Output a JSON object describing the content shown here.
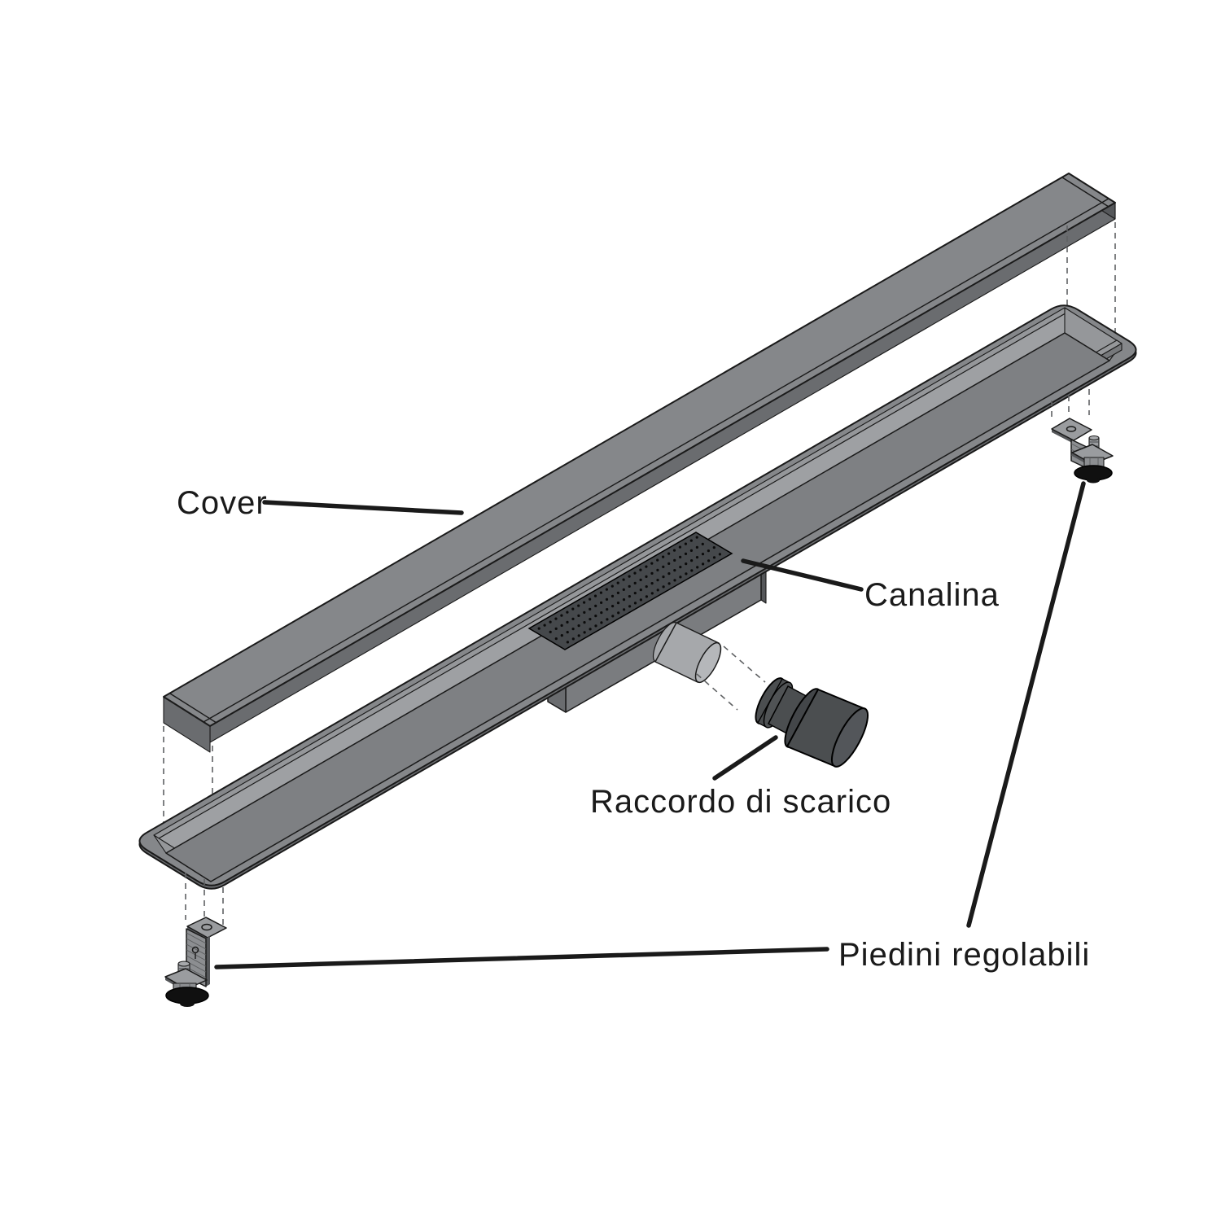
{
  "labels": {
    "cover": "Cover",
    "channel": "Canalina",
    "drain_connector": "Raccordo di scarico",
    "adjustable_feet": "Piedini regolabili"
  },
  "palette": {
    "bg": "#ffffff",
    "ink": "#1a1a1a",
    "metal": "#85878a",
    "metal-mid": "#7e8083",
    "metal-dark": "#6a6c6f",
    "metal-darker": "#55575a",
    "metal-light": "#9ea0a3",
    "metal-band": "#95979a",
    "wall": "#76787b",
    "box": "#7a7c7f",
    "grate": "#45484b",
    "pipe": "#a6a8ab",
    "pipe-face": "#b5b7ba",
    "dark-part": "#4b4e50",
    "dark-part-face": "#53565a",
    "dark-part-step": "#434649",
    "dark-ring": "#505355",
    "hardware": "#9a9c9f",
    "hardware-2": "#8c8e91",
    "foot": "#101010"
  }
}
